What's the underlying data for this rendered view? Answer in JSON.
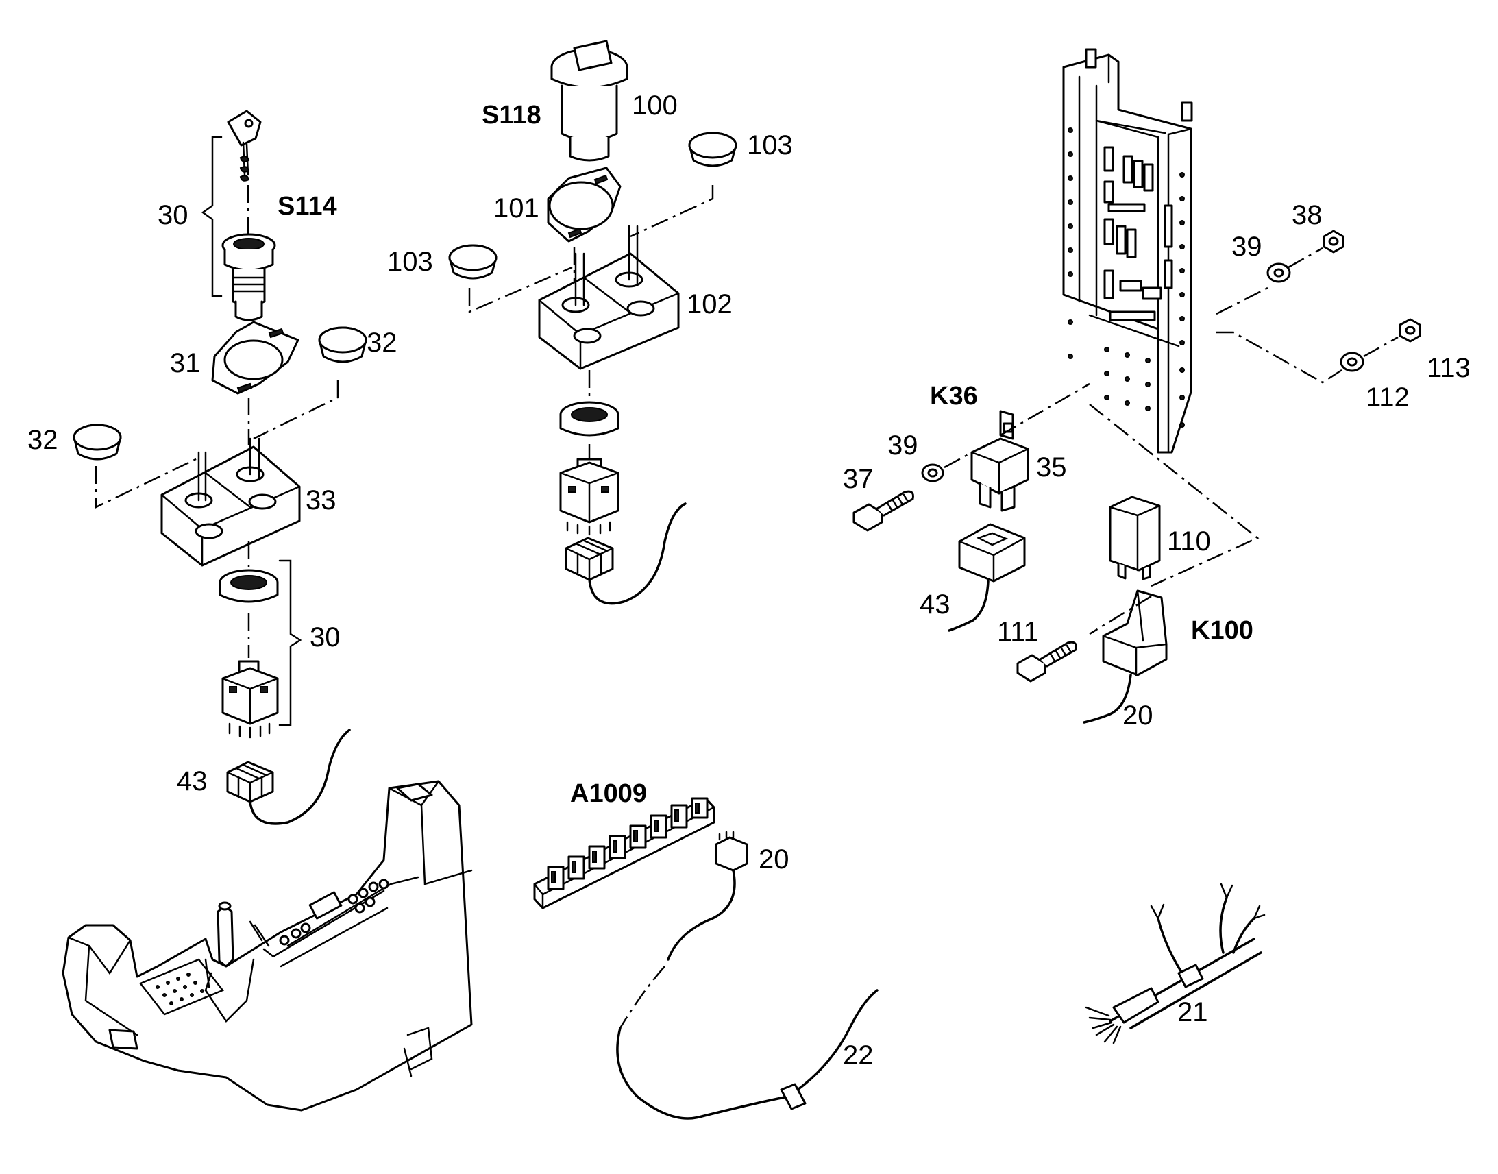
{
  "components": {
    "s114": "S114",
    "s118": "S118",
    "k36": "K36",
    "k100": "K100",
    "a1009": "A1009"
  },
  "callouts": {
    "c30_top": "30",
    "c31": "31",
    "c32_right": "32",
    "c32_left": "32",
    "c33": "33",
    "c30_bottom": "30",
    "c43_left": "43",
    "c100": "100",
    "c103_right": "103",
    "c101": "101",
    "c103_left": "103",
    "c102": "102",
    "c39_top": "39",
    "c38": "38",
    "c113": "113",
    "c112": "112",
    "c39_mid": "39",
    "c35": "35",
    "c37": "37",
    "c110": "110",
    "c43_right": "43",
    "c111": "111",
    "c20_k100": "20",
    "c20_a1009": "20",
    "c22": "22",
    "c21": "21"
  }
}
